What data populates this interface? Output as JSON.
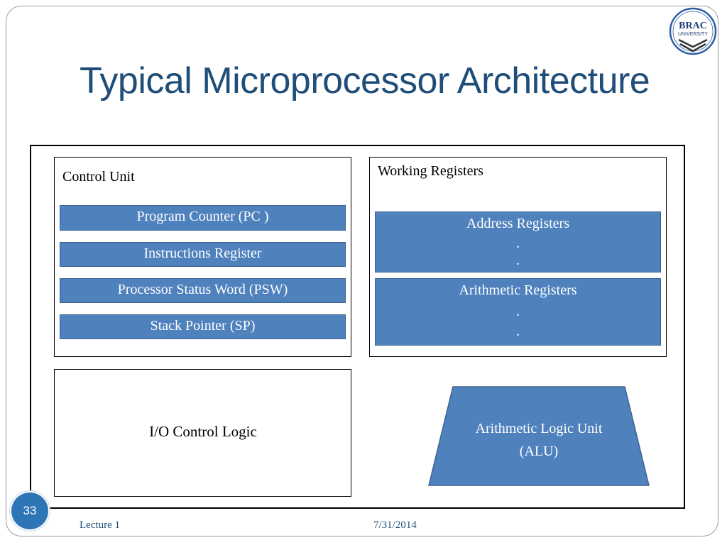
{
  "slide": {
    "title": "Typical Microprocessor Architecture",
    "number": "33",
    "footer_left": "Lecture 1",
    "footer_date": "7/31/2014",
    "logo_text_1": "BRAC",
    "logo_text_2": "UNIVERSITY",
    "accent_color": "#1f4e79",
    "block_color": "#4f81bd"
  },
  "control_unit": {
    "label": "Control Unit",
    "registers": [
      "Program Counter (PC )",
      "Instructions Register",
      "Processor Status Word (PSW)",
      "Stack Pointer (SP)"
    ]
  },
  "working_registers": {
    "label": "Working Registers",
    "address": {
      "label": "Address Registers",
      "dot1": ".",
      "dot2": "."
    },
    "arithmetic": {
      "label": "Arithmetic Registers",
      "dot1": ".",
      "dot2": "."
    }
  },
  "io": {
    "label": "I/O Control Logic"
  },
  "alu": {
    "line1": "Arithmetic Logic Unit",
    "line2": "(ALU)"
  }
}
